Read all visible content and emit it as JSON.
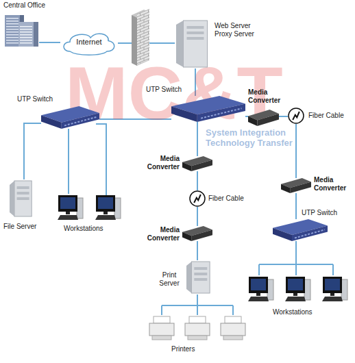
{
  "diagram": {
    "nodes": [
      {
        "text": [
          "Central Office"
        ]
      },
      {
        "text": [
          "Internet"
        ]
      },
      {
        "text": [
          "Web Server Proxy Server"
        ]
      },
      {
        "text": [
          "UTP Switch"
        ]
      },
      {
        "text": [
          "UTP Switch"
        ]
      },
      {
        "text": [
          "Media Converter"
        ]
      },
      {
        "text": [
          "Fiber Cable"
        ]
      },
      {
        "text": [
          "Media Converter"
        ]
      },
      {
        "text": [
          "Media Converter"
        ]
      },
      {
        "text": [
          "File Server"
        ]
      },
      {
        "text": [
          "Workstations"
        ]
      },
      {
        "text": [
          "Fiber Cable"
        ]
      },
      {
        "text": [
          "Media Converter"
        ]
      },
      {
        "text": [
          "UTP Switch"
        ]
      },
      {
        "text": [
          "Print Server"
        ]
      },
      {
        "text": [
          "Workstations"
        ]
      },
      {
        "text": [
          "Printers"
        ]
      }
    ],
    "edges": [
      {
        "from": 0,
        "to": 1,
        "arrow": "none"
      },
      {
        "from": 1,
        "to": 2,
        "arrow": "none"
      },
      {
        "from": 2,
        "to": 4,
        "arrow": "none"
      },
      {
        "from": 3,
        "to": 4,
        "arrow": "none"
      },
      {
        "from": 4,
        "to": 5,
        "arrow": "none"
      },
      {
        "from": 5,
        "to": 6,
        "arrow": "none"
      },
      {
        "from": 6,
        "to": 8,
        "arrow": "none"
      },
      {
        "from": 8,
        "to": 13,
        "arrow": "none"
      },
      {
        "from": 13,
        "to": 15,
        "arrow": "none"
      },
      {
        "from": 4,
        "to": 7,
        "arrow": "none"
      },
      {
        "from": 7,
        "to": 11,
        "arrow": "none"
      },
      {
        "from": 11,
        "to": 12,
        "arrow": "none"
      },
      {
        "from": 12,
        "to": 14,
        "arrow": "none"
      },
      {
        "from": 14,
        "to": 16,
        "arrow": "none"
      },
      {
        "from": 3,
        "to": 9,
        "arrow": "none"
      },
      {
        "from": 3,
        "to": 10,
        "arrow": "none"
      }
    ],
    "labels": [
      "MC&T",
      "System Integration Technology Transfer"
    ]
  }
}
